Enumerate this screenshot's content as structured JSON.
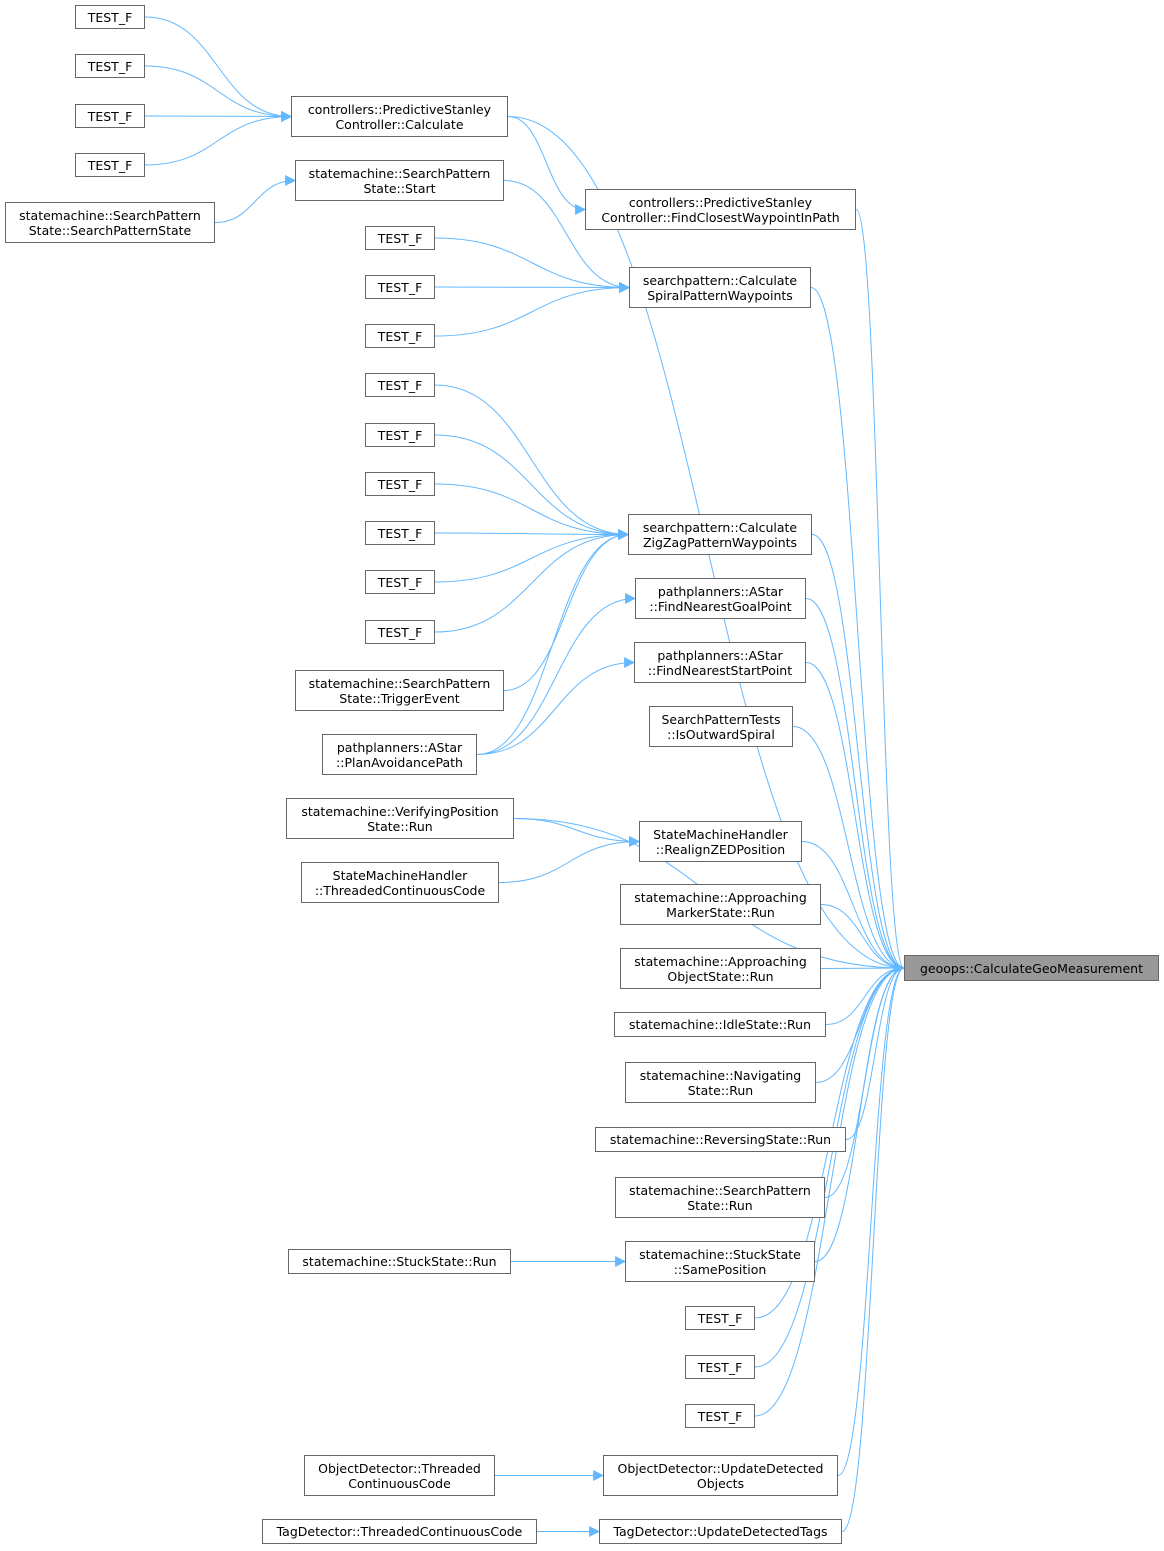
{
  "colors": {
    "edge": "#63b8ff",
    "border": "#666666",
    "target_fill": "#999999"
  },
  "target": {
    "lines": [
      "geoops::CalculateGeoMeasurement"
    ]
  },
  "nodes": [
    {
      "id": "t1",
      "lines": [
        "TEST_F"
      ]
    },
    {
      "id": "t2",
      "lines": [
        "TEST_F"
      ]
    },
    {
      "id": "t3",
      "lines": [
        "TEST_F"
      ]
    },
    {
      "id": "t4",
      "lines": [
        "TEST_F"
      ]
    },
    {
      "id": "pscCalc",
      "lines": [
        "controllers::PredictiveStanley",
        "Controller::Calculate"
      ]
    },
    {
      "id": "spSps",
      "lines": [
        "statemachine::SearchPattern",
        "State::SearchPatternState"
      ]
    },
    {
      "id": "spStart",
      "lines": [
        "statemachine::SearchPattern",
        "State::Start"
      ]
    },
    {
      "id": "pscFind",
      "lines": [
        "controllers::PredictiveStanley",
        "Controller::FindClosestWaypointInPath"
      ]
    },
    {
      "id": "t5",
      "lines": [
        "TEST_F"
      ]
    },
    {
      "id": "t6",
      "lines": [
        "TEST_F"
      ]
    },
    {
      "id": "t7",
      "lines": [
        "TEST_F"
      ]
    },
    {
      "id": "spiral",
      "lines": [
        "searchpattern::Calculate",
        "SpiralPatternWaypoints"
      ]
    },
    {
      "id": "t8",
      "lines": [
        "TEST_F"
      ]
    },
    {
      "id": "t9",
      "lines": [
        "TEST_F"
      ]
    },
    {
      "id": "t10",
      "lines": [
        "TEST_F"
      ]
    },
    {
      "id": "t11",
      "lines": [
        "TEST_F"
      ]
    },
    {
      "id": "t12",
      "lines": [
        "TEST_F"
      ]
    },
    {
      "id": "t13",
      "lines": [
        "TEST_F"
      ]
    },
    {
      "id": "zigzag",
      "lines": [
        "searchpattern::Calculate",
        "ZigZagPatternWaypoints"
      ]
    },
    {
      "id": "spTrig",
      "lines": [
        "statemachine::SearchPattern",
        "State::TriggerEvent"
      ]
    },
    {
      "id": "goal",
      "lines": [
        "pathplanners::AStar",
        "::FindNearestGoalPoint"
      ]
    },
    {
      "id": "start",
      "lines": [
        "pathplanners::AStar",
        "::FindNearestStartPoint"
      ]
    },
    {
      "id": "plan",
      "lines": [
        "pathplanners::AStar",
        "::PlanAvoidancePath"
      ]
    },
    {
      "id": "outward",
      "lines": [
        "SearchPatternTests",
        "::IsOutwardSpiral"
      ]
    },
    {
      "id": "verify",
      "lines": [
        "statemachine::VerifyingPosition",
        "State::Run"
      ]
    },
    {
      "id": "realign",
      "lines": [
        "StateMachineHandler",
        "::RealignZEDPosition"
      ]
    },
    {
      "id": "smhTcc",
      "lines": [
        "StateMachineHandler",
        "::ThreadedContinuousCode"
      ]
    },
    {
      "id": "appMarker",
      "lines": [
        "statemachine::Approaching",
        "MarkerState::Run"
      ]
    },
    {
      "id": "appObject",
      "lines": [
        "statemachine::Approaching",
        "ObjectState::Run"
      ]
    },
    {
      "id": "idle",
      "lines": [
        "statemachine::IdleState::Run"
      ]
    },
    {
      "id": "nav",
      "lines": [
        "statemachine::Navigating",
        "State::Run"
      ]
    },
    {
      "id": "rev",
      "lines": [
        "statemachine::ReversingState::Run"
      ]
    },
    {
      "id": "spRun",
      "lines": [
        "statemachine::SearchPattern",
        "State::Run"
      ]
    },
    {
      "id": "stuckRun",
      "lines": [
        "statemachine::StuckState::Run"
      ]
    },
    {
      "id": "stuckSame",
      "lines": [
        "statemachine::StuckState",
        "::SamePosition"
      ]
    },
    {
      "id": "t14",
      "lines": [
        "TEST_F"
      ]
    },
    {
      "id": "t15",
      "lines": [
        "TEST_F"
      ]
    },
    {
      "id": "t16",
      "lines": [
        "TEST_F"
      ]
    },
    {
      "id": "odTcc",
      "lines": [
        "ObjectDetector::Threaded",
        "ContinuousCode"
      ]
    },
    {
      "id": "odUpd",
      "lines": [
        "ObjectDetector::UpdateDetected",
        "Objects"
      ]
    },
    {
      "id": "tdTcc",
      "lines": [
        "TagDetector::ThreadedContinuousCode"
      ]
    },
    {
      "id": "tdUpd",
      "lines": [
        "TagDetector::UpdateDetectedTags"
      ]
    }
  ],
  "edges": [
    [
      "t1",
      "pscCalc"
    ],
    [
      "t2",
      "pscCalc"
    ],
    [
      "t3",
      "pscCalc"
    ],
    [
      "t4",
      "pscCalc"
    ],
    [
      "pscCalc",
      "pscFind"
    ],
    [
      "pscCalc",
      "target"
    ],
    [
      "spSps",
      "spStart"
    ],
    [
      "spStart",
      "spiral"
    ],
    [
      "pscFind",
      "target"
    ],
    [
      "t5",
      "spiral"
    ],
    [
      "t6",
      "spiral"
    ],
    [
      "t7",
      "spiral"
    ],
    [
      "spiral",
      "target"
    ],
    [
      "t8",
      "zigzag"
    ],
    [
      "t9",
      "zigzag"
    ],
    [
      "t10",
      "zigzag"
    ],
    [
      "t11",
      "zigzag"
    ],
    [
      "t12",
      "zigzag"
    ],
    [
      "t13",
      "zigzag"
    ],
    [
      "spTrig",
      "zigzag"
    ],
    [
      "plan",
      "zigzag"
    ],
    [
      "zigzag",
      "target"
    ],
    [
      "plan",
      "goal"
    ],
    [
      "plan",
      "start"
    ],
    [
      "goal",
      "target"
    ],
    [
      "start",
      "target"
    ],
    [
      "outward",
      "target"
    ],
    [
      "verify",
      "realign"
    ],
    [
      "verify",
      "target"
    ],
    [
      "smhTcc",
      "realign"
    ],
    [
      "realign",
      "target"
    ],
    [
      "appMarker",
      "target"
    ],
    [
      "appObject",
      "target"
    ],
    [
      "idle",
      "target"
    ],
    [
      "nav",
      "target"
    ],
    [
      "rev",
      "target"
    ],
    [
      "spRun",
      "target"
    ],
    [
      "stuckRun",
      "stuckSame"
    ],
    [
      "stuckSame",
      "target"
    ],
    [
      "t14",
      "target"
    ],
    [
      "t15",
      "target"
    ],
    [
      "t16",
      "target"
    ],
    [
      "odTcc",
      "odUpd"
    ],
    [
      "odUpd",
      "target"
    ],
    [
      "tdTcc",
      "tdUpd"
    ],
    [
      "tdUpd",
      "target"
    ]
  ]
}
